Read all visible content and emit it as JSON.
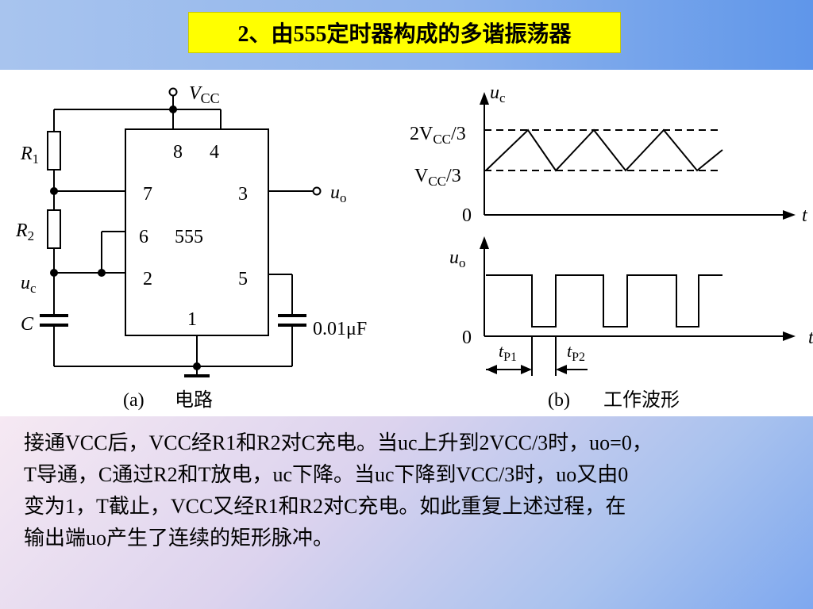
{
  "title": "2、由555定时器构成的多谐振荡器",
  "circuit": {
    "vcc_label": "V",
    "vcc_sub": "CC",
    "r1": {
      "main": "R",
      "sub": "1"
    },
    "r2": {
      "main": "R",
      "sub": "2"
    },
    "uc": {
      "main": "u",
      "sub": "c"
    },
    "c_label": "C",
    "uo": {
      "main": "u",
      "sub": "o"
    },
    "pins": {
      "p8": "8",
      "p4": "4",
      "p7": "7",
      "p3": "3",
      "p6": "6",
      "p2": "2",
      "p5": "5",
      "p1": "1"
    },
    "chip_label": "555",
    "cap_value": "0.01μF",
    "caption_tag": "(a)",
    "caption_text": "电路"
  },
  "waveform": {
    "uc_axis": {
      "main": "u",
      "sub": "c"
    },
    "uo_axis": {
      "main": "u",
      "sub": "o"
    },
    "upper_level": {
      "pre": "2V",
      "sub": "CC",
      "post": "/3"
    },
    "lower_level": {
      "pre": "V",
      "sub": "CC",
      "post": "/3"
    },
    "zero": "0",
    "t_label": "t",
    "tp1": {
      "main": "t",
      "sub": "P1"
    },
    "tp2": {
      "main": "t",
      "sub": "P2"
    },
    "caption_tag": "(b)",
    "caption_text": "工作波形"
  },
  "description": {
    "line1": "接通VCC后，VCC经R1和R2对C充电。当uc上升到2VCC/3时，uo=0，",
    "line2": "T导通，C通过R2和T放电，uc下降。当uc下降到VCC/3时，uo又由0",
    "line3": "变为1，T截止，VCC又经R1和R2对C充电。如此重复上述过程，在",
    "line4": "输出端uo产生了连续的矩形脉冲。"
  }
}
